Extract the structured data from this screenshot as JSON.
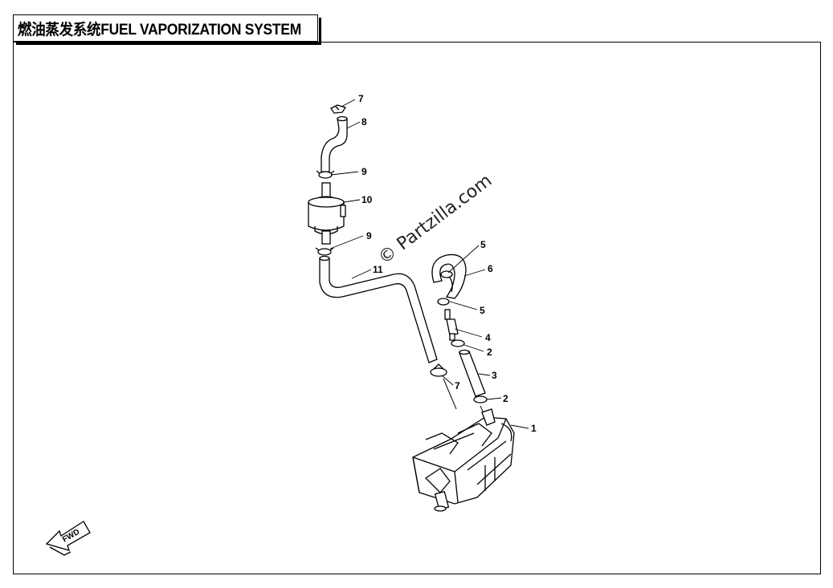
{
  "title": "燃油蒸发系统FUEL VAPORIZATION SYSTEM",
  "watermark": "© Partzilla.com",
  "fwd_label": "FWD",
  "callouts": [
    {
      "id": "c7a",
      "label": "7"
    },
    {
      "id": "c8",
      "label": "8"
    },
    {
      "id": "c9a",
      "label": "9"
    },
    {
      "id": "c10",
      "label": "10"
    },
    {
      "id": "c9b",
      "label": "9"
    },
    {
      "id": "c11",
      "label": "11"
    },
    {
      "id": "c5a",
      "label": "5"
    },
    {
      "id": "c6",
      "label": "6"
    },
    {
      "id": "c5b",
      "label": "5"
    },
    {
      "id": "c4",
      "label": "4"
    },
    {
      "id": "c2a",
      "label": "2"
    },
    {
      "id": "c3",
      "label": "3"
    },
    {
      "id": "c7b",
      "label": "7"
    },
    {
      "id": "c2b",
      "label": "2"
    },
    {
      "id": "c1",
      "label": "1"
    }
  ]
}
